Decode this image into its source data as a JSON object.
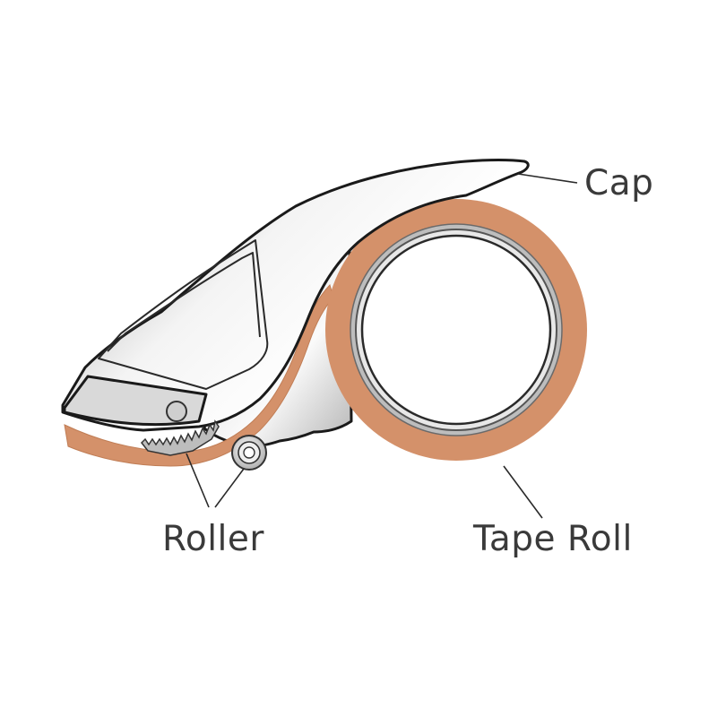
{
  "labels": {
    "cap": "Cap",
    "roller": "Roller",
    "tape_roll": "Tape Roll"
  },
  "colors": {
    "tape": "#d4916a",
    "metal_light": "#f2f2f2",
    "metal_dark": "#a9a9a9",
    "outline": "#1a1a1a",
    "label_text": "#3a3a3a"
  }
}
